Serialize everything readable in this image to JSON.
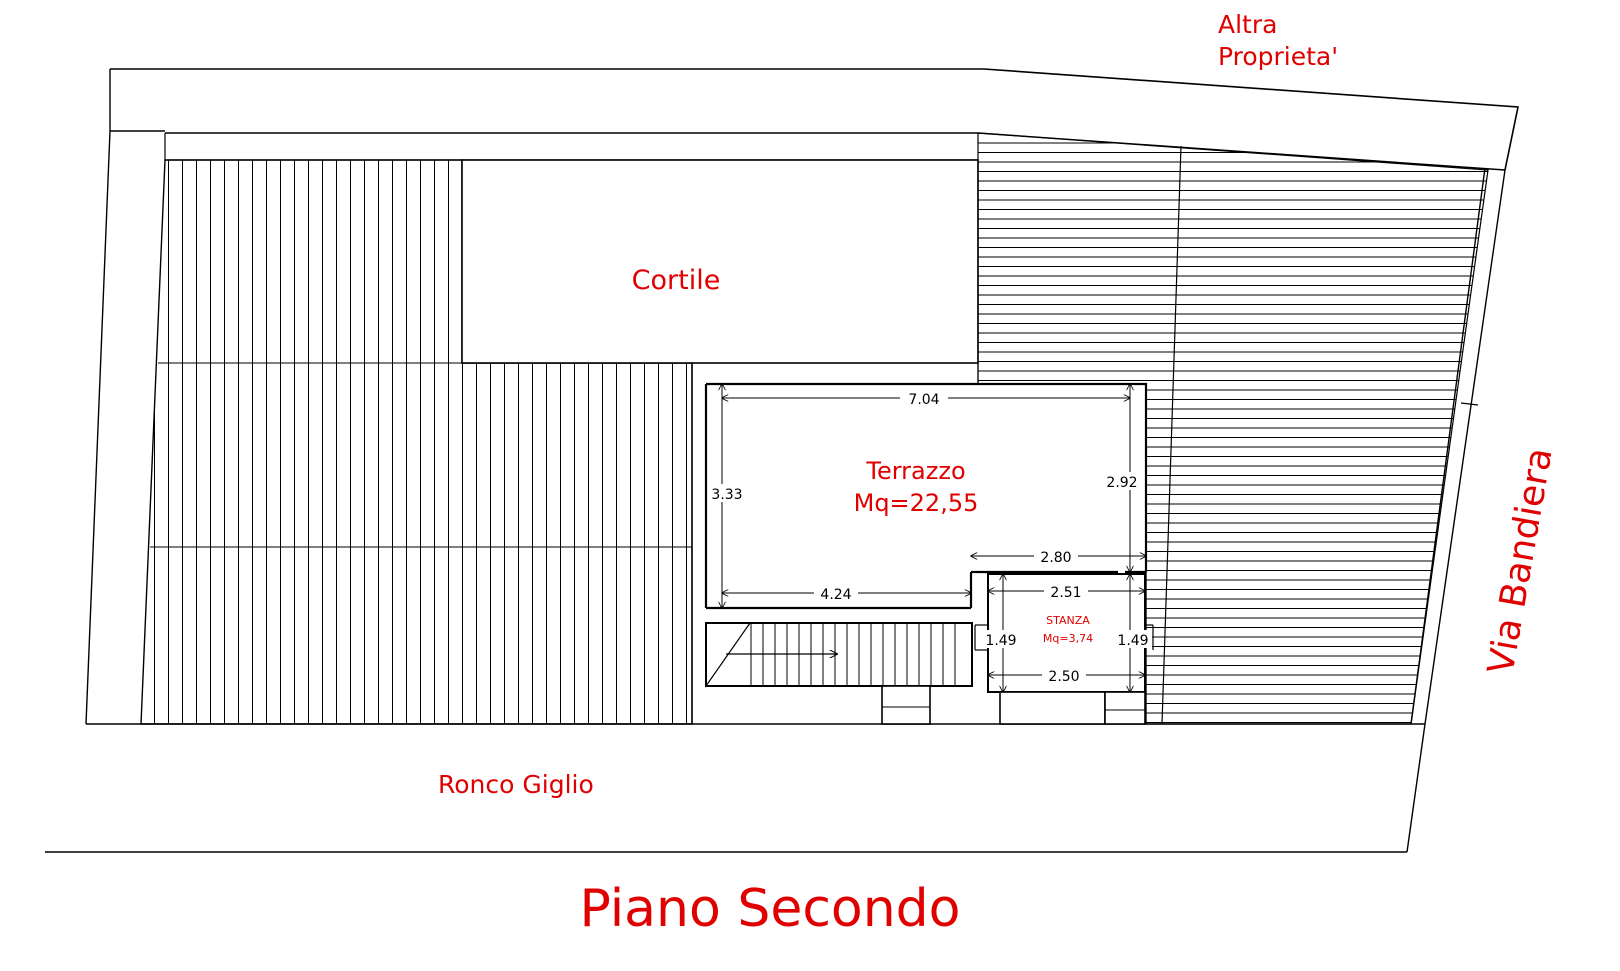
{
  "labels": {
    "courtyard": "Cortile",
    "terrace_name": "Terrazzo",
    "terrace_area": "Mq=22,55",
    "room_name": "STANZA",
    "room_area": "Mq=3,74",
    "street_bottom": "Ronco Giglio",
    "street_right": "Via Bandiera",
    "neighbor_line1": "Altra",
    "neighbor_line2": "Proprieta'",
    "floor_title": "Piano Secondo"
  },
  "dimensions": {
    "terrace_width": "7.04",
    "terrace_left_height": "3.33",
    "terrace_right_height": "2.92",
    "terrace_bottom_left": "4.24",
    "terrace_step": "2.80",
    "room_top": "2.51",
    "room_bottom": "2.50",
    "room_left": "1.49",
    "room_right": "1.49"
  },
  "colors": {
    "label_red": "#e00000",
    "line": "#000000"
  }
}
